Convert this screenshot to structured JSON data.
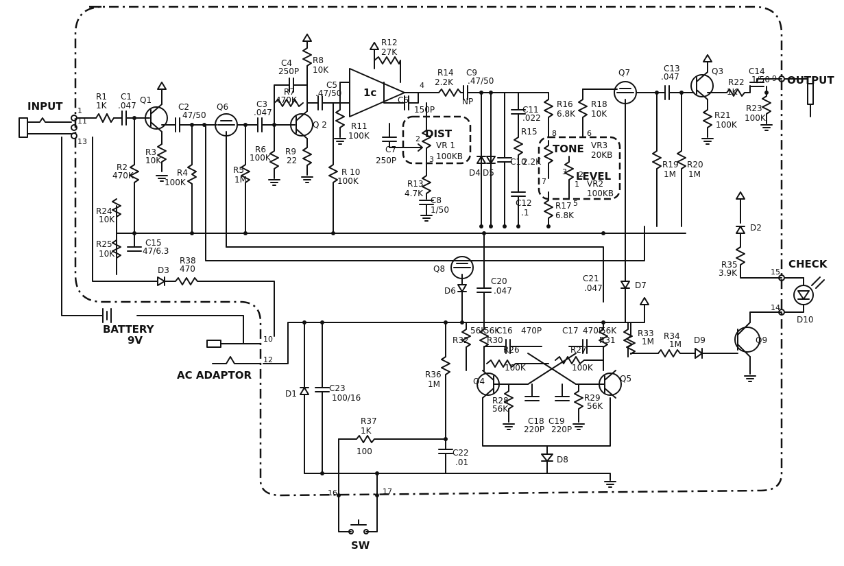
{
  "io": {
    "input": "INPUT",
    "output": "OUTPUT",
    "check": "CHECK",
    "battery": "BATTERY",
    "battery_v": "9V",
    "ac_adaptor": "AC ADAPTOR",
    "sw": "SW"
  },
  "blocks": {
    "dist": "DIST",
    "vr1": "VR 1",
    "vr1_val": "100KB",
    "tone": "TONE",
    "level": "LEVEL",
    "vr3": "VR3",
    "vr3_val": "20KB",
    "vr2": "VR2",
    "vr2_val": "100KB",
    "ic": "1c"
  },
  "terminals": [
    "1",
    "11",
    "13",
    "10",
    "12",
    "16",
    "17",
    "9",
    "15",
    "14",
    "4",
    "2",
    "3",
    "8",
    "6",
    "7",
    "5",
    "1",
    "2",
    "3"
  ],
  "labels": [
    {
      "id": "R1",
      "text": "R1"
    },
    {
      "id": "R1v",
      "text": "1K"
    },
    {
      "id": "C1",
      "text": "C1"
    },
    {
      "id": "C1v",
      "text": ".047"
    },
    {
      "id": "Q1",
      "text": "Q1"
    },
    {
      "id": "C2",
      "text": "C2"
    },
    {
      "id": "C2v",
      "text": "47/50"
    },
    {
      "id": "Q6",
      "text": "Q6"
    },
    {
      "id": "C3",
      "text": "C3"
    },
    {
      "id": "C3v",
      "text": ".047"
    },
    {
      "id": "C4",
      "text": "C4"
    },
    {
      "id": "C4v",
      "text": "250P"
    },
    {
      "id": "R8",
      "text": "R8"
    },
    {
      "id": "R8v",
      "text": "10K"
    },
    {
      "id": "R7",
      "text": "R7"
    },
    {
      "id": "R7v",
      "text": "470K"
    },
    {
      "id": "C5",
      "text": "C5"
    },
    {
      "id": "C5v",
      "text": ".47/50"
    },
    {
      "id": "Q2",
      "text": "Q 2"
    },
    {
      "id": "R9",
      "text": "R9"
    },
    {
      "id": "R9v",
      "text": "22"
    },
    {
      "id": "R6",
      "text": "R6"
    },
    {
      "id": "R6v",
      "text": "100K"
    },
    {
      "id": "R5",
      "text": "R5"
    },
    {
      "id": "R5v",
      "text": "1M"
    },
    {
      "id": "R4",
      "text": "R4"
    },
    {
      "id": "R4v",
      "text": "100K"
    },
    {
      "id": "R3",
      "text": "R3"
    },
    {
      "id": "R3v",
      "text": "10K"
    },
    {
      "id": "R2",
      "text": "R2"
    },
    {
      "id": "R2v",
      "text": "470K"
    },
    {
      "id": "R24",
      "text": "R24"
    },
    {
      "id": "R24v",
      "text": "10K"
    },
    {
      "id": "R25",
      "text": "R25"
    },
    {
      "id": "R25v",
      "text": "10K"
    },
    {
      "id": "C15",
      "text": "C15"
    },
    {
      "id": "C15v",
      "text": "47/6.3"
    },
    {
      "id": "D3",
      "text": "D3"
    },
    {
      "id": "R38",
      "text": "R38"
    },
    {
      "id": "R38v",
      "text": "470"
    },
    {
      "id": "R12",
      "text": "R12"
    },
    {
      "id": "R12v",
      "text": "27K"
    },
    {
      "id": "R11",
      "text": "R11"
    },
    {
      "id": "R11v",
      "text": "100K"
    },
    {
      "id": "R10",
      "text": "R 10"
    },
    {
      "id": "R10v",
      "text": "100K"
    },
    {
      "id": "C6",
      "text": "C6"
    },
    {
      "id": "C6v",
      "text": "150P"
    },
    {
      "id": "C7",
      "text": "C7"
    },
    {
      "id": "C7v",
      "text": "250P"
    },
    {
      "id": "R13",
      "text": "R13"
    },
    {
      "id": "R13v",
      "text": "4.7K"
    },
    {
      "id": "C8",
      "text": "C8"
    },
    {
      "id": "C8v",
      "text": "1/50"
    },
    {
      "id": "R14",
      "text": "R14"
    },
    {
      "id": "R14v",
      "text": "2.2K"
    },
    {
      "id": "C9",
      "text": "C9"
    },
    {
      "id": "C9v",
      "text": ".47/50"
    },
    {
      "id": "C9np",
      "text": "NP"
    },
    {
      "id": "D4",
      "text": "D4"
    },
    {
      "id": "D5",
      "text": "D5"
    },
    {
      "id": "C10",
      "text": "C10"
    },
    {
      "id": "C11",
      "text": "C11"
    },
    {
      "id": "C11v",
      "text": ".022"
    },
    {
      "id": "R15",
      "text": "R15"
    },
    {
      "id": "R15v",
      "text": "2.2K"
    },
    {
      "id": "C12",
      "text": "C12"
    },
    {
      "id": "C12v",
      "text": ".1"
    },
    {
      "id": "R16",
      "text": "R16"
    },
    {
      "id": "R16v",
      "text": "6.8K"
    },
    {
      "id": "R17",
      "text": "R17"
    },
    {
      "id": "R17v",
      "text": "6.8K"
    },
    {
      "id": "R18",
      "text": "R18"
    },
    {
      "id": "R18v",
      "text": "10K"
    },
    {
      "id": "Q7",
      "text": "Q7"
    },
    {
      "id": "C13",
      "text": "C13"
    },
    {
      "id": "C13v",
      "text": ".047"
    },
    {
      "id": "Q3",
      "text": "Q3"
    },
    {
      "id": "R22",
      "text": "R22"
    },
    {
      "id": "R22v",
      "text": "1K"
    },
    {
      "id": "C14",
      "text": "C14"
    },
    {
      "id": "C14v",
      "text": "1/50"
    },
    {
      "id": "R21",
      "text": "R21"
    },
    {
      "id": "R21v",
      "text": "100K"
    },
    {
      "id": "R23",
      "text": "R23"
    },
    {
      "id": "R23v",
      "text": "100K"
    },
    {
      "id": "R19",
      "text": "R19"
    },
    {
      "id": "R19v",
      "text": "1M"
    },
    {
      "id": "R20",
      "text": "R20"
    },
    {
      "id": "R20v",
      "text": "1M"
    },
    {
      "id": "D2",
      "text": "D2"
    },
    {
      "id": "R35",
      "text": "R35"
    },
    {
      "id": "R35v",
      "text": "3.9K"
    },
    {
      "id": "D10",
      "text": "D10"
    },
    {
      "id": "Q9",
      "text": "Q9"
    },
    {
      "id": "Q8",
      "text": "Q8"
    },
    {
      "id": "D6",
      "text": "D6"
    },
    {
      "id": "C20",
      "text": "C20"
    },
    {
      "id": "C20v",
      "text": ".047"
    },
    {
      "id": "C21",
      "text": "C21"
    },
    {
      "id": "C21v",
      "text": ".047"
    },
    {
      "id": "D7",
      "text": "D7"
    },
    {
      "id": "R32",
      "text": "R32"
    },
    {
      "id": "R32v",
      "text": "56K"
    },
    {
      "id": "R30",
      "text": "R30"
    },
    {
      "id": "R30v",
      "text": "56K"
    },
    {
      "id": "C16",
      "text": "C16"
    },
    {
      "id": "C16v",
      "text": "470P"
    },
    {
      "id": "R26",
      "text": "R26"
    },
    {
      "id": "R26v",
      "text": "100K"
    },
    {
      "id": "C17",
      "text": "C17"
    },
    {
      "id": "C17v",
      "text": "470P"
    },
    {
      "id": "R27",
      "text": "R27"
    },
    {
      "id": "R27v",
      "text": "100K"
    },
    {
      "id": "R31",
      "text": "R31"
    },
    {
      "id": "R31v",
      "text": "56K"
    },
    {
      "id": "R33",
      "text": "R33"
    },
    {
      "id": "R33v",
      "text": "1M"
    },
    {
      "id": "R34",
      "text": "R34"
    },
    {
      "id": "R34v",
      "text": "1M"
    },
    {
      "id": "D9",
      "text": "D9"
    },
    {
      "id": "Q4",
      "text": "Q4"
    },
    {
      "id": "Q5",
      "text": "Q5"
    },
    {
      "id": "R28",
      "text": "R28"
    },
    {
      "id": "R28v",
      "text": "56K"
    },
    {
      "id": "R29",
      "text": "R29"
    },
    {
      "id": "R29v",
      "text": "56K"
    },
    {
      "id": "C18",
      "text": "C18"
    },
    {
      "id": "C18v",
      "text": "220P"
    },
    {
      "id": "C19",
      "text": "C19"
    },
    {
      "id": "C19v",
      "text": "220P"
    },
    {
      "id": "D8",
      "text": "D8"
    },
    {
      "id": "R36",
      "text": "R36"
    },
    {
      "id": "R36v",
      "text": "1M"
    },
    {
      "id": "C22",
      "text": "C22"
    },
    {
      "id": "C22v",
      "text": ".01"
    },
    {
      "id": "R37",
      "text": "R37"
    },
    {
      "id": "R37v",
      "text": "1K"
    },
    {
      "id": "R37alt",
      "text": "100"
    },
    {
      "id": "D1",
      "text": "D1"
    },
    {
      "id": "C23",
      "text": "C23"
    },
    {
      "id": "C23v",
      "text": "100/16"
    }
  ]
}
